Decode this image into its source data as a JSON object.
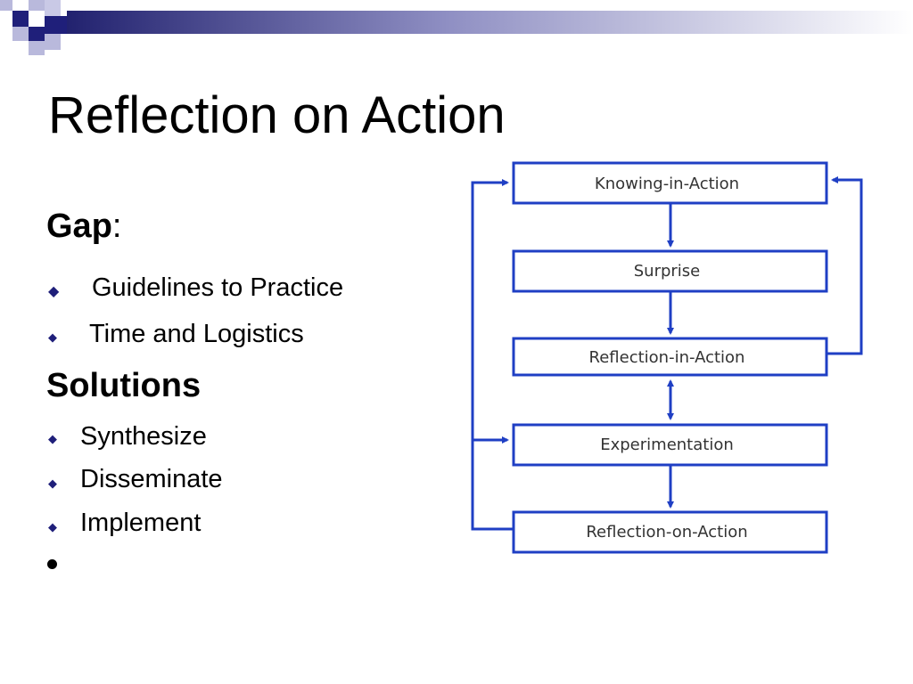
{
  "slide": {
    "title": "Reflection on Action",
    "gap_heading": "Gap",
    "gap_colon": ":",
    "gap_items": [
      "Guidelines to Practice",
      "Time and Logistics"
    ],
    "solutions_heading": "Solutions",
    "solution_items": [
      "Synthesize",
      "Disseminate",
      "Implement"
    ]
  },
  "diagram": {
    "boxes": [
      "Knowing-in-Action",
      "Surprise",
      "Reflection-in-Action",
      "Experimentation",
      "Reflection-on-Action"
    ]
  },
  "colors": {
    "accent": "#1f3fc4",
    "banner_dark": "#1f1f7a",
    "banner_light": "#b9b9dc",
    "bullet": "#1f1f7a"
  }
}
